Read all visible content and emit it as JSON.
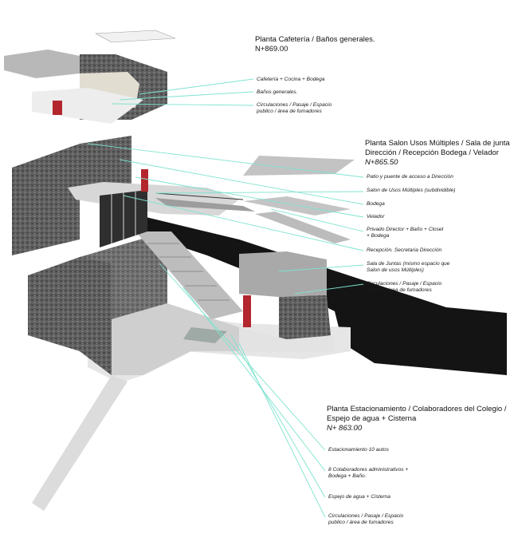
{
  "colors": {
    "leader": "#7ee3cf",
    "stone": "#5a5a5a",
    "concrete": "#c9c9c9",
    "accent": "#b3262e",
    "shadow": "#141414"
  },
  "levels": [
    {
      "heading": "Planta Cafetería / Baños generales.",
      "elevation": "N+869.00",
      "labels": [
        [
          "Cafetería + Cocina + Bodega"
        ],
        [
          "Baños generales."
        ],
        [
          "Circulaciones / Pasaje / Espacio",
          "publico / área de fumadores"
        ]
      ]
    },
    {
      "heading": [
        "Planta Salon Usos Múltiples / Sala de juntas /",
        "Dirección / Recepción Bodega / Velador"
      ],
      "elevation": "N+865.50",
      "labels": [
        [
          "Patio y puente de acceso a Dirección"
        ],
        [
          "Salon de Usos Múltiples (subdividible)"
        ],
        [
          "Bodega"
        ],
        [
          "Velador"
        ],
        [
          "Privado Director + Baño + Closet",
          "+ Bodega"
        ],
        [
          "Recepción. Secretaria Dirección"
        ],
        [
          "Sala de Juntas (mismo espacio que",
          "Salon de usos Múltiples)"
        ],
        [
          "Circulaciones / Pasaje / Espacio",
          "publico / área de fumadores"
        ]
      ]
    },
    {
      "heading": [
        "Planta Estacionamiento / Colaboradores del Colegio /",
        "Espejo de agua + Cisterna"
      ],
      "elevation": "N+ 863.00",
      "labels": [
        [
          "Estacionamiento 10 autos"
        ],
        [
          "8 Colaboradores administrativos +",
          "Bodega + Baño."
        ],
        [
          "Espejo de agua + Cisterna"
        ],
        [
          "Circulaciones / Pasaje / Espacio",
          "publico / área de fumadores"
        ]
      ]
    }
  ]
}
